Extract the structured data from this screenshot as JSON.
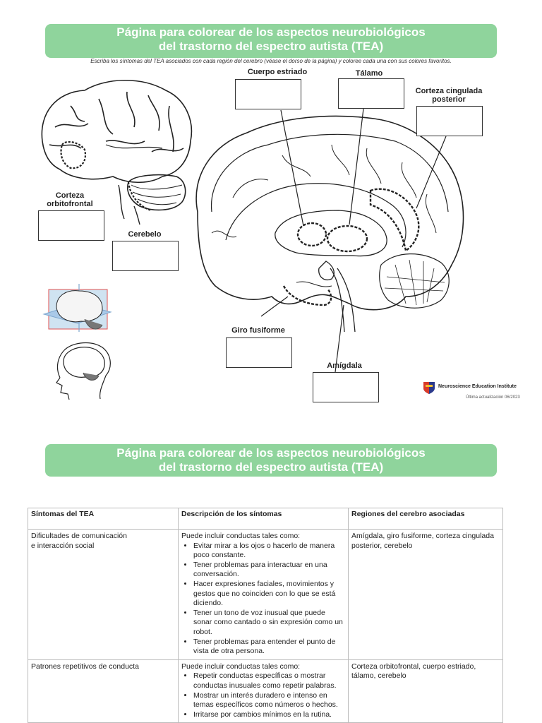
{
  "page1": {
    "title_line1": "Página para colorear de los aspectos neurobiológicos",
    "title_line2": "del trastorno del espectro autista (TEA)",
    "instructions": "Escriba los síntomas del TEA asociados con cada región del cerebro (véase el dorso de la página) y coloree cada una con sus colores favoritos.",
    "labels": {
      "cuerpo_estriado": "Cuerpo estriado",
      "talamo": "Tálamo",
      "corteza_cingulada_1": "Corteza cingulada",
      "corteza_cingulada_2": "posterior",
      "corteza_orbitofrontal_1": "Corteza",
      "corteza_orbitofrontal_2": "orbitofrontal",
      "cerebelo": "Cerebelo",
      "giro_fusiforme": "Giro fusiforme",
      "amigdala": "Amígdala"
    },
    "logo_text": "Neuroscience Education Institute",
    "updated": "Última actualización 06/2023"
  },
  "page2": {
    "title_line1": "Página para colorear de los aspectos neurobiológicos",
    "title_line2": "del trastorno del espectro autista (TEA)",
    "table": {
      "headers": [
        "Síntomas del TEA",
        "Descripción de los síntomas",
        "Regiones del cerebro asociadas"
      ],
      "rows": [
        {
          "symptom_line1": "Dificultades de comunicación",
          "symptom_line2": "e interacción social",
          "intro": "Puede incluir conductas tales como:",
          "bullets": [
            "Evitar mirar a los ojos o hacerlo de manera poco constante.",
            "Tener problemas para interactuar en una conversación.",
            "Hacer expresiones faciales, movimientos y gestos que no coinciden con lo que se está diciendo.",
            "Tener un tono de voz inusual que puede sonar como cantado o sin expresión como un robot.",
            "Tener problemas para entender el punto de vista de otra persona."
          ],
          "regions": "Amígdala, giro fusiforme, corteza cingulada posterior, cerebelo"
        },
        {
          "symptom_line1": "Patrones repetitivos de conducta",
          "symptom_line2": "",
          "intro": "Puede incluir conductas tales como:",
          "bullets": [
            "Repetir conductas específicas o mostrar conductas inusuales como repetir palabras.",
            "Mostrar un interés duradero e intenso en temas específicos como números o hechos.",
            "Irritarse por cambios mínimos en la rutina."
          ],
          "regions": "Corteza orbitofrontal, cuerpo estriado, tálamo, cerebelo"
        }
      ]
    }
  }
}
